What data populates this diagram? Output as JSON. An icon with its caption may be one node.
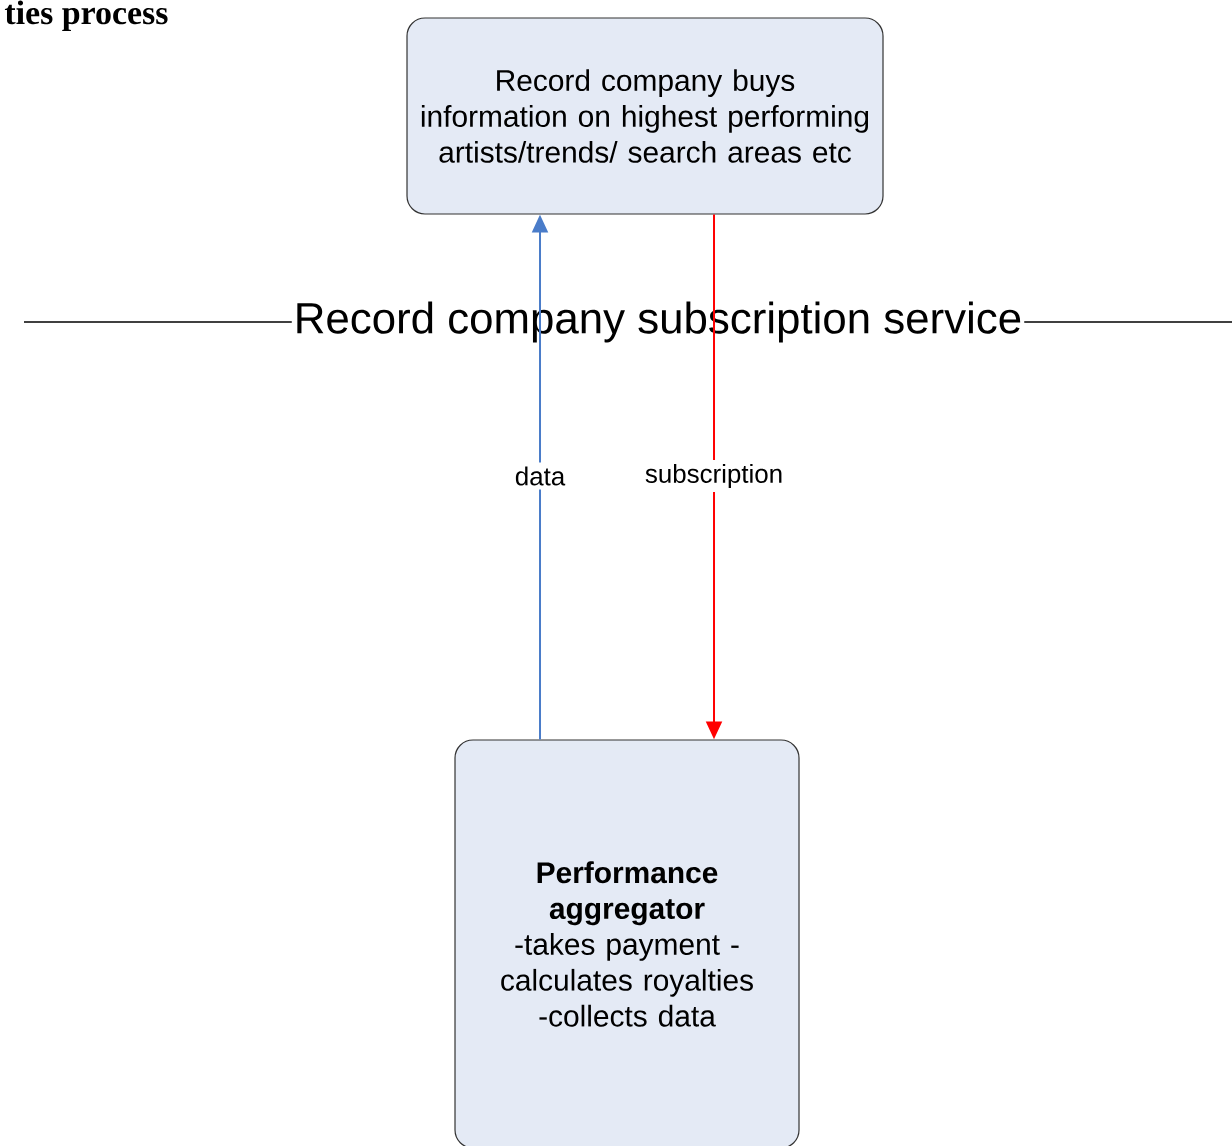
{
  "diagram": {
    "title": "ties process",
    "nodes": [
      {
        "text": [
          "Record company buys information on highest performing artists/trends/ search areas etc"
        ]
      },
      {
        "text": [
          "Performance aggregator",
          "-takes payment -calculates royalties -collects data"
        ]
      }
    ],
    "edges": [
      {
        "from": 1,
        "to": 0,
        "arrow": "to",
        "label": "data",
        "color": "#4a7cc9"
      },
      {
        "from": 0,
        "to": 1,
        "arrow": "to",
        "label": "subscription",
        "color": "#ff0000"
      }
    ],
    "labels": [
      "Record company subscription service"
    ]
  }
}
